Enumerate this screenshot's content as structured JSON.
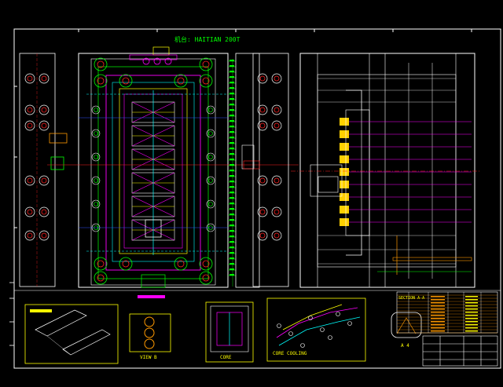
{
  "drawing": {
    "background": "#000000",
    "title_text": "机台: HAITIAN 200T",
    "view_b_label": "VIEW B",
    "core_label": "CORE",
    "core_cooling_label": "CORE COOLING",
    "section_label": "SECTION A-A",
    "sheet_size_label": "A 4"
  },
  "colors": {
    "frame": "#ffffff",
    "plate": "#ffffff",
    "yellow": "#ffff00",
    "green": "#00ff00",
    "cyan": "#00ffff",
    "magenta": "#ff00ff",
    "red": "#ff2020",
    "orange": "#ff9900",
    "blue": "#3050ff",
    "gold": "#ffd000"
  }
}
